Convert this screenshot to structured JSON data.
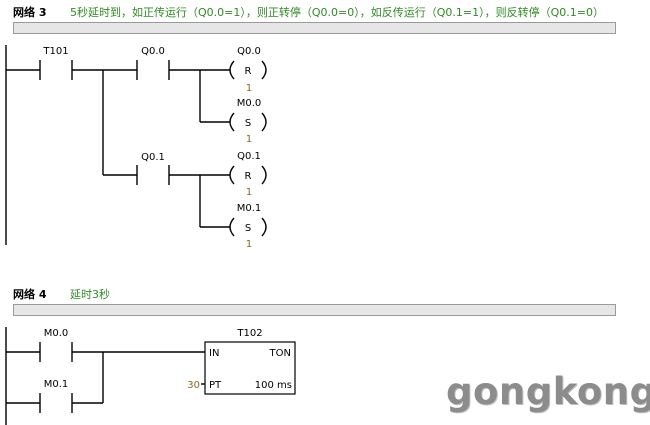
{
  "network3": {
    "title": "网络 3",
    "comment": "5秒延时到，如正传运行（Q0.0=1），则正转停（Q0.0=0），如反传运行（Q0.1=1），则反转停（Q0.1=0）",
    "contact_t101": "T101",
    "contact_q00": "Q0.0",
    "contact_q01": "Q0.1",
    "coil1": {
      "address": "Q0.0",
      "type": "R",
      "count": "1"
    },
    "coil2": {
      "address": "M0.0",
      "type": "S",
      "count": "1"
    },
    "coil3": {
      "address": "Q0.1",
      "type": "R",
      "count": "1"
    },
    "coil4": {
      "address": "M0.1",
      "type": "S",
      "count": "1"
    }
  },
  "network4": {
    "title": "网络 4",
    "comment": "延时3秒",
    "contact_m00": "M0.0",
    "contact_m01": "M0.1",
    "timer": {
      "name": "T102",
      "in_label": "IN",
      "type": "TON",
      "pt_label": "PT",
      "pt_value": "30",
      "resolution": "100 ms"
    }
  },
  "watermark": "gongkong"
}
